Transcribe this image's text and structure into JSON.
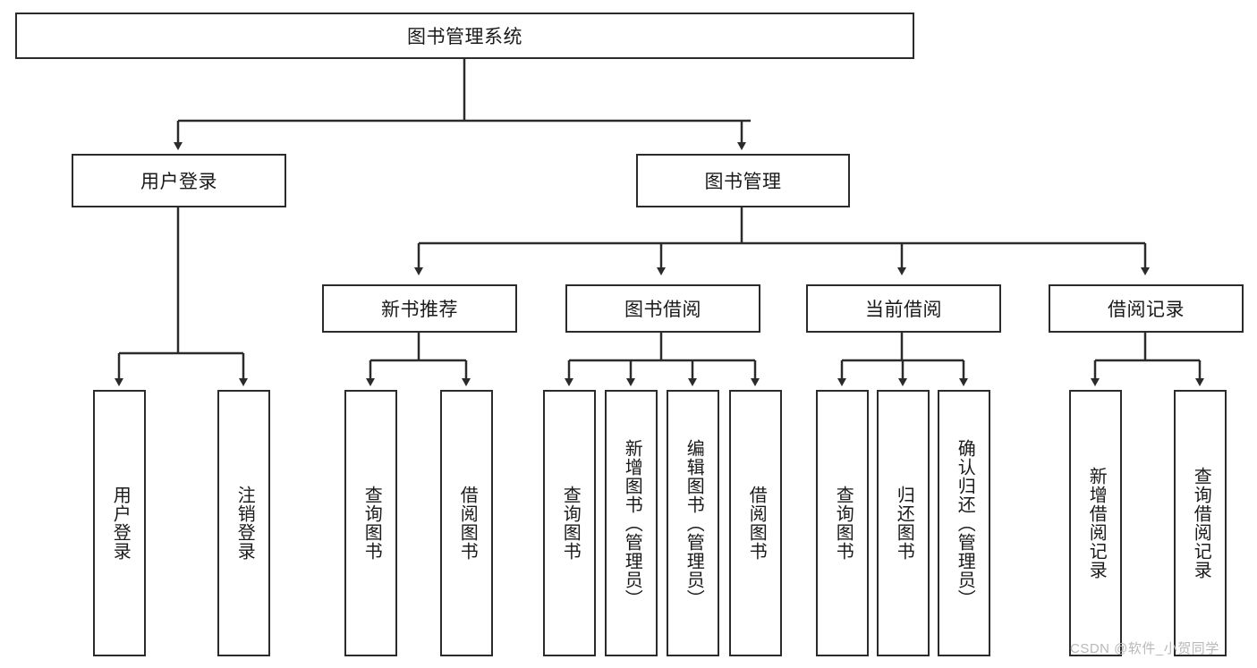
{
  "diagram": {
    "type": "tree-hierarchy",
    "title": "图书管理系统",
    "watermark": "CSDN @软件_小贺同学",
    "colors": {
      "box_border": "#2b2b2b",
      "box_fill": "#ffffff",
      "edge": "#2b2b2b",
      "text": "#1a1a1a",
      "watermark": "#b9b9b9",
      "background": "#ffffff"
    },
    "levels": {
      "root": {
        "label": "图书管理系统"
      },
      "level2": [
        {
          "label": "用户登录"
        },
        {
          "label": "图书管理"
        }
      ],
      "level3": [
        {
          "label": "新书推荐"
        },
        {
          "label": "图书借阅"
        },
        {
          "label": "当前借阅"
        },
        {
          "label": "借阅记录"
        }
      ],
      "leaves": [
        {
          "label": "用户登录",
          "parent": "用户登录"
        },
        {
          "label": "注销登录",
          "parent": "用户登录"
        },
        {
          "label": "查询图书",
          "parent": "新书推荐"
        },
        {
          "label": "借阅图书",
          "parent": "新书推荐"
        },
        {
          "label": "查询图书",
          "parent": "图书借阅"
        },
        {
          "label": "新增图书（管理员）",
          "parent": "图书借阅"
        },
        {
          "label": "编辑图书（管理员）",
          "parent": "图书借阅"
        },
        {
          "label": "借阅图书",
          "parent": "图书借阅"
        },
        {
          "label": "查询图书",
          "parent": "当前借阅"
        },
        {
          "label": "归还图书",
          "parent": "当前借阅"
        },
        {
          "label": "确认归还（管理员）",
          "parent": "当前借阅"
        },
        {
          "label": "新增借阅记录",
          "parent": "借阅记录"
        },
        {
          "label": "查询借阅记录",
          "parent": "借阅记录"
        }
      ]
    }
  }
}
